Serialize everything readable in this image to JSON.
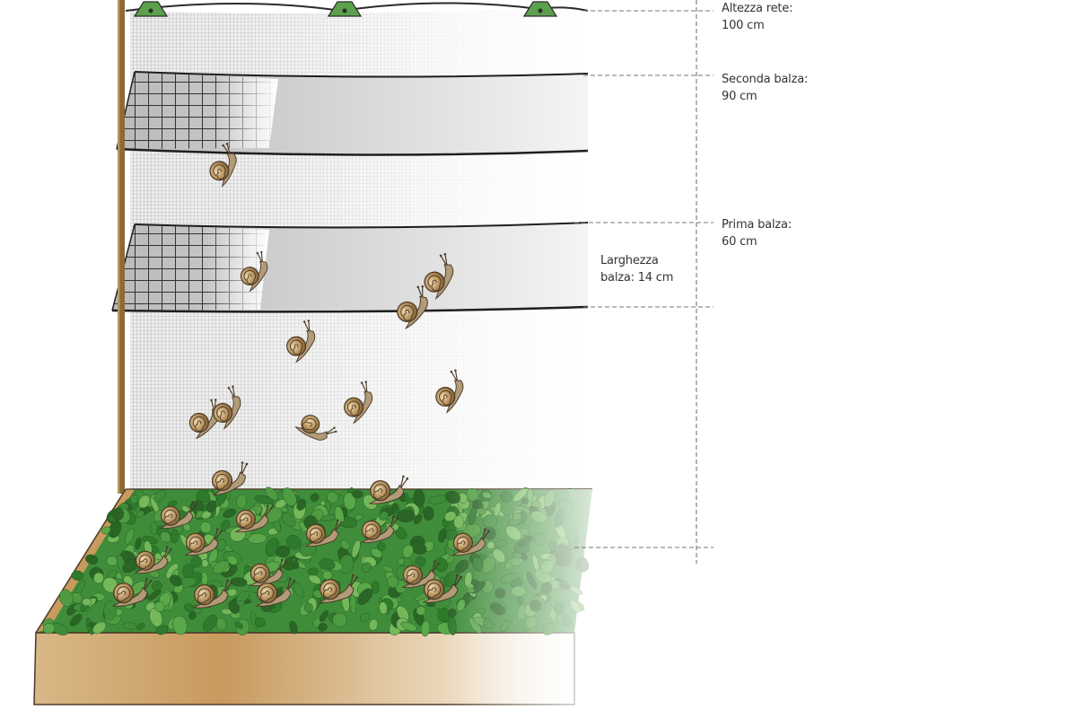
{
  "labels": {
    "net_height": {
      "title": "Altezza rete:",
      "value": "100 cm"
    },
    "second_flap": {
      "title": "Seconda balza:",
      "value": "90 cm"
    },
    "first_flap": {
      "title": "Prima balza:",
      "value": "60 cm"
    },
    "flap_width": {
      "line1": "Larghezza",
      "line2": "balza: 14 cm"
    }
  },
  "colors": {
    "net_fill": "#e9e9e9",
    "mesh": "#2b2b2b",
    "post": "#8a6a3c",
    "clip": "#5ca04e",
    "foliage": "#3f8d3a",
    "box_wood": "#c89a5e",
    "snail_shell": "#b08a55",
    "dimension_line": "#777777"
  },
  "icons": {
    "snail": "snail-icon",
    "clip": "clip-icon",
    "post": "wooden-post"
  }
}
